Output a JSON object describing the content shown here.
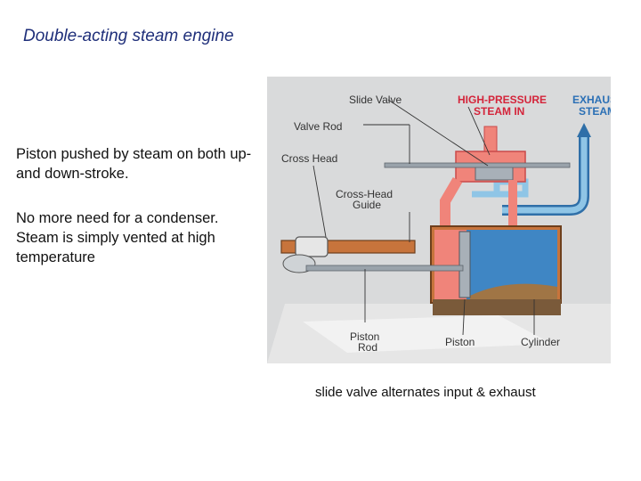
{
  "slide": {
    "title": "Double-acting steam engine",
    "paragraph1": "Piston pushed by steam on both up- and down-stroke.",
    "paragraph2": "No more need for a  condenser. Steam is simply vented at high temperature",
    "caption": "slide valve alternates input & exhaust"
  },
  "diagram": {
    "labels": {
      "slide_valve": "Slide Valve",
      "valve_rod": "Valve Rod",
      "cross_head": "Cross Head",
      "cross_head_guide_1": "Cross-Head",
      "cross_head_guide_2": "Guide",
      "high_pressure_1": "HIGH-PRESSURE",
      "high_pressure_2": "STEAM IN",
      "exhaust_1": "EXHAUST",
      "exhaust_2": "STEAM",
      "piston_rod_1": "Piston",
      "piston_rod_2": "Rod",
      "piston": "Piston",
      "cylinder": "Cylinder"
    },
    "colors": {
      "background": "#d9dadb",
      "steam_in": "#f0847a",
      "exhaust": "#8fc5e6",
      "water": "#3f86c4",
      "metal": "#a8b0b8",
      "brass": "#c7743c",
      "base": "#7a5a3a"
    }
  }
}
